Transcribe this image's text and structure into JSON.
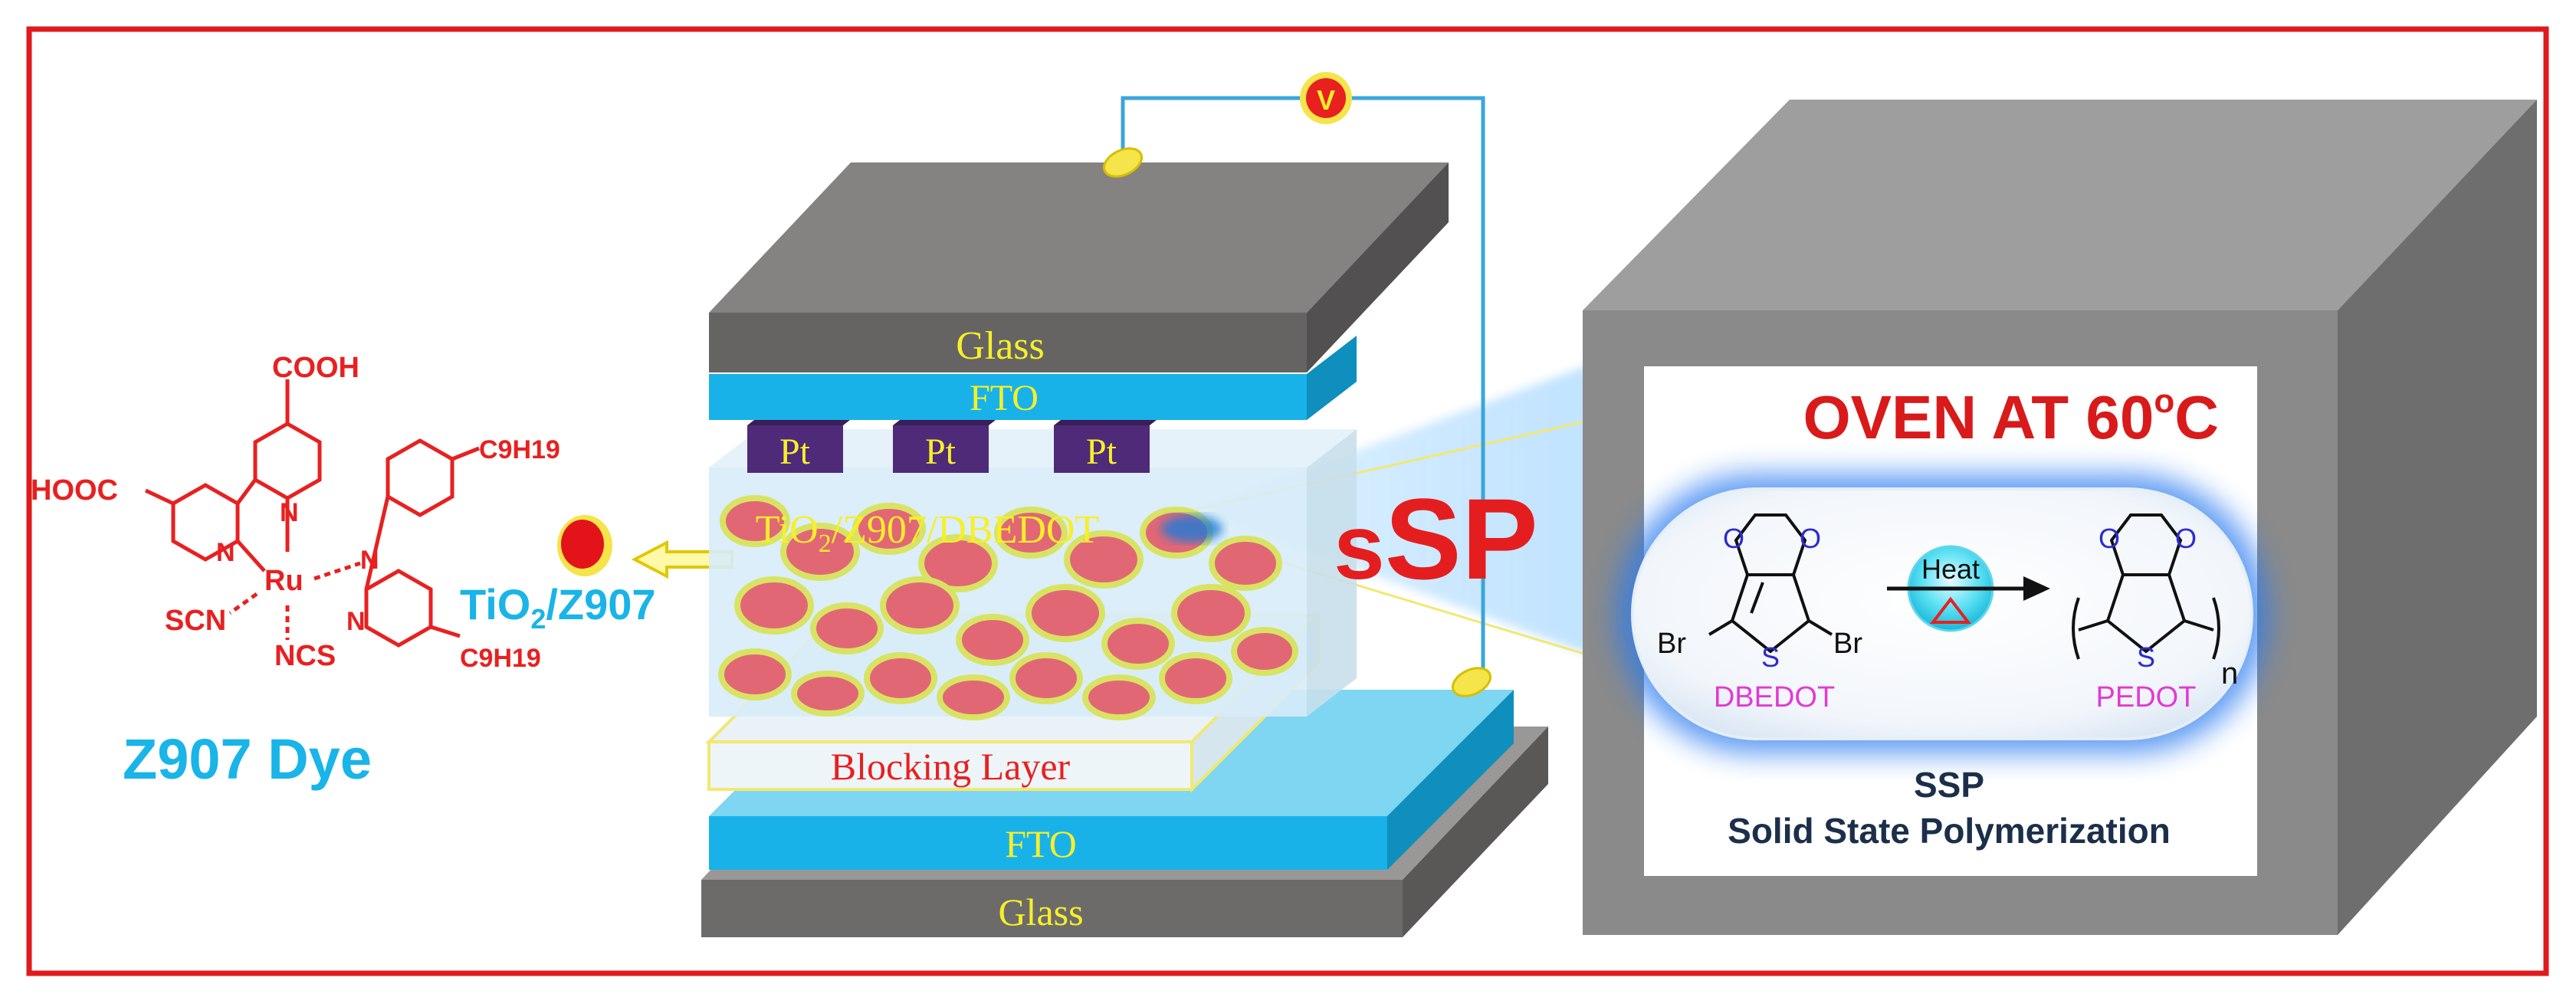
{
  "colors": {
    "frame_red": "#e0191e",
    "dye_red": "#e82020",
    "cyan_label": "#19b4e8",
    "yellow_label": "#f7ef2a",
    "glass_gray": "#7f7d7b",
    "fto_blue": "#18b2e8",
    "pt_purple": "#4e2a78",
    "oven_gray": "#8a8a8a",
    "magenta": "#e23ad2"
  },
  "dye": {
    "name": "Z907 Dye",
    "cooh_top": "COOH",
    "hooc_left": "HOOC",
    "metal": "Ru",
    "n_labels": [
      "N",
      "N",
      "N",
      "N"
    ],
    "scn": "SCN",
    "ncs": "NCS",
    "c9h19_top": "C9H19",
    "c9h19_bottom": "C9H19"
  },
  "tio2_label": {
    "main": "TiO",
    "sub": "2",
    "rest": "/Z907"
  },
  "cell": {
    "glass_top": "Glass",
    "fto_top": "FTO",
    "pt_labels": [
      "Pt",
      "Pt",
      "Pt"
    ],
    "active_layer": {
      "main": "TiO",
      "sub": "2",
      "rest": "/Z907/DBEDOT"
    },
    "blocking_layer": "Blocking Layer",
    "fto_bottom": "FTO",
    "glass_bottom": "Glass",
    "voltmeter": "V"
  },
  "ssp_big": {
    "small_s": "s",
    "rest": "SP"
  },
  "oven": {
    "title": "OVEN AT 60",
    "title_sup": "o",
    "title_unit": "C",
    "reaction": {
      "o_labels": [
        "O",
        "O",
        "O",
        "O"
      ],
      "br_left": "Br",
      "br_right": "Br",
      "s_left": "S",
      "s_right": "S",
      "reactant": "DBEDOT",
      "heat_label": "Heat",
      "product": "PEDOT",
      "subscript_n": "n"
    },
    "caption_line1": "SSP",
    "caption_line2": "Solid State Polymerization"
  }
}
